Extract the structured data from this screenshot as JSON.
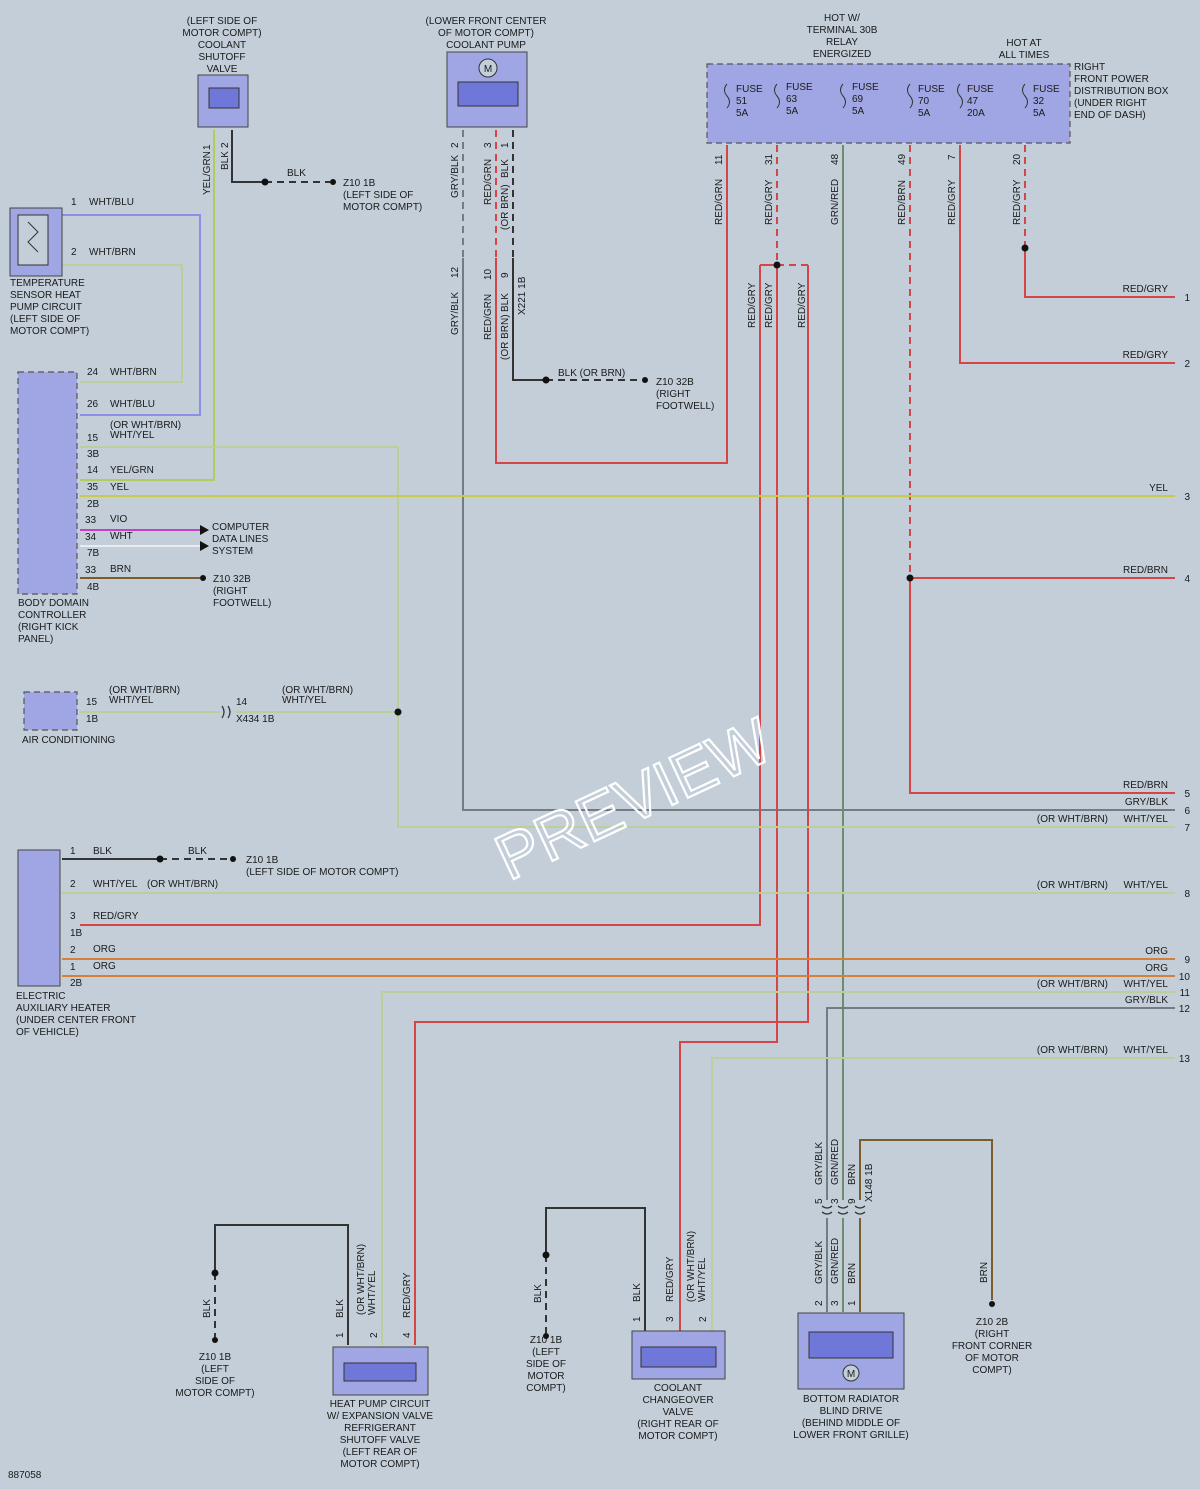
{
  "document_id": "887058",
  "watermark": "PREVIEW",
  "colors": {
    "background": "#c3ced9",
    "component": "#9fa6e3",
    "component_inner": "#6f78d8",
    "wire_red": "#d64545",
    "wire_yellow": "#c9c94a",
    "wire_green_yellow": "#aecd5a",
    "wire_white_yellow": "#bccf9a",
    "wire_violet": "#c23fc9",
    "wire_white": "#e8ecf0",
    "wire_brown": "#7a5c2d",
    "wire_orange": "#d2803a",
    "wire_grey": "#727c82",
    "wire_black": "#333333",
    "wire_blue": "#8e8ee6",
    "wire_green_red": "#6e8c6e"
  },
  "components": {
    "shutoff_valve": [
      "(LEFT SIDE OF",
      "MOTOR COMPT)",
      "COOLANT",
      "SHUTOFF",
      "VALVE"
    ],
    "coolant_pump": [
      "(LOWER FRONT CENTER",
      "OF MOTOR COMPT)",
      "COOLANT PUMP"
    ],
    "relay_note": [
      "HOT W/",
      "TERMINAL 30B",
      "RELAY",
      "ENERGIZED"
    ],
    "hot_all_times": [
      "HOT AT",
      "ALL TIMES"
    ],
    "power_box": [
      "RIGHT",
      "FRONT POWER",
      "DISTRIBUTION BOX",
      "(UNDER RIGHT",
      "END OF DASH)"
    ],
    "temp_sensor": [
      "TEMPERATURE",
      "SENSOR HEAT",
      "PUMP CIRCUIT",
      "(LEFT SIDE OF",
      "MOTOR COMPT)"
    ],
    "bdc": [
      "BODY DOMAIN",
      "CONTROLLER",
      "(RIGHT KICK",
      "PANEL)"
    ],
    "air_conditioning": "AIR CONDITIONING",
    "aux_heater": [
      "ELECTRIC",
      "AUXILIARY HEATER",
      "(UNDER CENTER FRONT",
      "OF VEHICLE)"
    ],
    "heat_pump_valve": [
      "HEAT PUMP CIRCUIT",
      "W/ EXPANSION VALVE",
      "REFRIGERANT",
      "SHUTOFF VALVE",
      "(LEFT REAR OF",
      "MOTOR COMPT)"
    ],
    "changeover_valve": [
      "COOLANT",
      "CHANGEOVER",
      "VALVE",
      "(RIGHT REAR OF",
      "MOTOR COMPT)"
    ],
    "blind_drive": [
      "BOTTOM RADIATOR",
      "BLIND DRIVE",
      "(BEHIND MIDDLE OF",
      "LOWER FRONT GRILLE)"
    ],
    "computer_data": [
      "COMPUTER",
      "DATA LINES",
      "SYSTEM"
    ],
    "motor_symbol": "M"
  },
  "fuses": [
    {
      "label": "FUSE",
      "number": "51",
      "rating": "5A"
    },
    {
      "label": "FUSE",
      "number": "63",
      "rating": "5A"
    },
    {
      "label": "FUSE",
      "number": "69",
      "rating": "5A"
    },
    {
      "label": "FUSE",
      "number": "70",
      "rating": "5A"
    },
    {
      "label": "FUSE",
      "number": "47",
      "rating": "20A"
    },
    {
      "label": "FUSE",
      "number": "32",
      "rating": "5A"
    }
  ],
  "grounds": {
    "g1": [
      "Z10 1B",
      "(LEFT SIDE OF",
      "MOTOR COMPT)"
    ],
    "g2": [
      "Z10 32B",
      "(RIGHT",
      "FOOTWELL)"
    ],
    "g3": [
      "Z10 32B",
      "(RIGHT",
      "FOOTWELL)"
    ],
    "g4": [
      "Z10 1B",
      "(LEFT SIDE OF MOTOR COMPT)"
    ],
    "g5": [
      "Z10 1B",
      "(LEFT",
      "SIDE OF",
      "MOTOR COMPT)"
    ],
    "g6": [
      "Z10 1B",
      "(LEFT",
      "SIDE OF",
      "MOTOR",
      "COMPT)"
    ],
    "g7": [
      "Z10 2B",
      "(RIGHT",
      "FRONT CORNER",
      "OF MOTOR",
      "COMPT)"
    ]
  },
  "connectors": {
    "x434": "X434 1B",
    "x221": "X221 1B",
    "x148": "X148 1B"
  },
  "outputs": [
    {
      "num": "1",
      "label": "RED/GRY",
      "alt": ""
    },
    {
      "num": "2",
      "label": "RED/GRY",
      "alt": ""
    },
    {
      "num": "3",
      "label": "YEL",
      "alt": ""
    },
    {
      "num": "4",
      "label": "RED/BRN",
      "alt": ""
    },
    {
      "num": "5",
      "label": "RED/BRN",
      "alt": ""
    },
    {
      "num": "6",
      "label": "GRY/BLK",
      "alt": ""
    },
    {
      "num": "7",
      "label": "WHT/YEL",
      "alt": "(OR WHT/BRN)"
    },
    {
      "num": "8",
      "label": "WHT/YEL",
      "alt": "(OR WHT/BRN)"
    },
    {
      "num": "9",
      "label": "ORG",
      "alt": ""
    },
    {
      "num": "10",
      "label": "ORG",
      "alt": ""
    },
    {
      "num": "11",
      "label": "WHT/YEL",
      "alt": "(OR WHT/BRN)"
    },
    {
      "num": "12",
      "label": "GRY/BLK",
      "alt": ""
    },
    {
      "num": "13",
      "label": "WHT/YEL",
      "alt": "(OR WHT/BRN)"
    }
  ],
  "labels": {
    "yel_grn": "YEL/GRN",
    "blk": "BLK",
    "gry_blk": "GRY/BLK",
    "red_grn": "RED/GRN",
    "or_brn": "(OR BRN)",
    "red_gry": "RED/GRY",
    "red_brn": "RED/BRN",
    "grn_red": "GRN/RED",
    "blk_or_brn": "BLK (OR BRN)",
    "wht_blu": "WHT/BLU",
    "wht_brn": "WHT/BRN",
    "or_wht_brn": "(OR WHT/BRN)",
    "wht_yel": "WHT/YEL",
    "yel": "YEL",
    "vio": "VIO",
    "wht": "WHT",
    "brn": "BRN",
    "org": "ORG",
    "p1": "1",
    "p2": "2",
    "p3": "3",
    "p4": "4",
    "p5": "5",
    "p7": "7",
    "p9": "9",
    "p10": "10",
    "p11": "11",
    "p12": "12",
    "p14": "14",
    "p15": "15",
    "p20": "20",
    "p24": "24",
    "p26": "26",
    "p31": "31",
    "p33": "33",
    "p34": "34",
    "p35": "35",
    "p48": "48",
    "p49": "49",
    "c1b": "1B",
    "c2b": "2B",
    "c3b": "3B",
    "c4b": "4B",
    "c7b": "7B"
  }
}
